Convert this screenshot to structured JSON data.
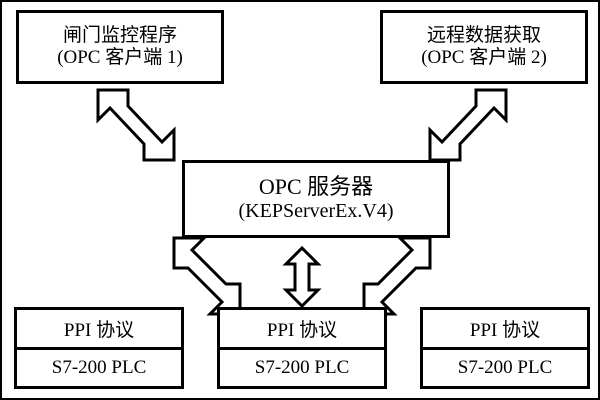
{
  "diagram": {
    "title": "OPC architecture diagram",
    "nodes": {
      "client_left": {
        "line1": "闸门监控程序",
        "line2": "(OPC 客户端 1)"
      },
      "client_right": {
        "line1": "远程数据获取",
        "line2": "(OPC 客户端 2)"
      },
      "server": {
        "line1": "OPC 服务器",
        "line2": "(KEPServerEx.V4)"
      },
      "plc_1": {
        "protocol": "PPI 协议",
        "device": "S7-200 PLC"
      },
      "plc_2": {
        "protocol": "PPI 协议",
        "device": "S7-200 PLC"
      },
      "plc_3": {
        "protocol": "PPI 协议",
        "device": "S7-200 PLC"
      }
    },
    "arrows": [
      {
        "name": "arrow-server-to-client-left",
        "style": "double-headed-hollow"
      },
      {
        "name": "arrow-server-to-client-right",
        "style": "double-headed-hollow"
      },
      {
        "name": "arrow-server-to-plc-1",
        "style": "double-headed-hollow"
      },
      {
        "name": "arrow-server-to-plc-2",
        "style": "double-headed-hollow"
      },
      {
        "name": "arrow-server-to-plc-3",
        "style": "double-headed-hollow"
      }
    ],
    "colors": {
      "stroke": "#000000",
      "fill": "#ffffff",
      "background": "#ffffff"
    }
  }
}
